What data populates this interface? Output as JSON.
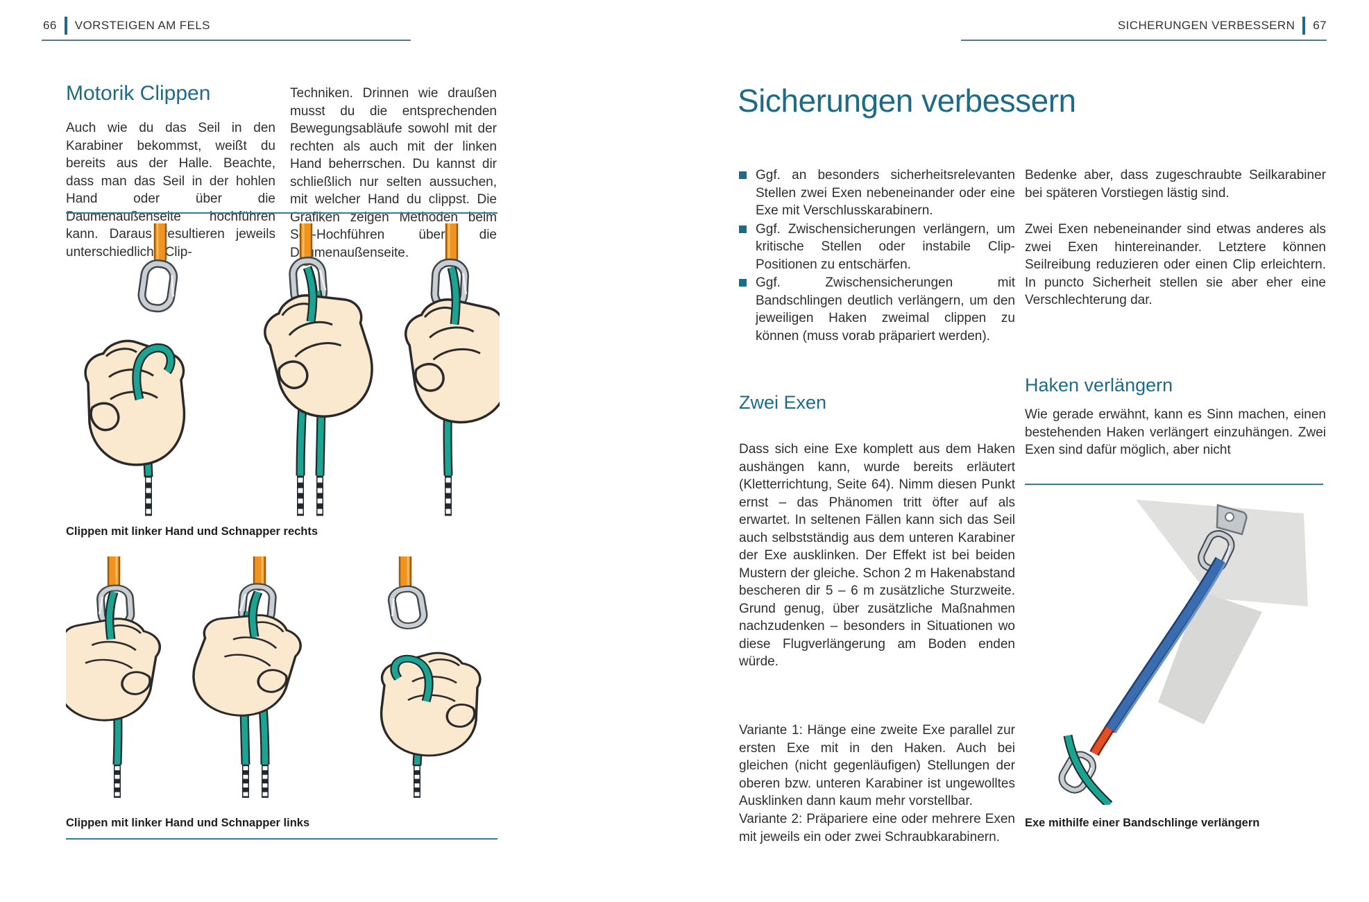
{
  "colors": {
    "accent_teal": "#1d6b89",
    "rule_teal": "#2e7d99",
    "header_rule": "#54798a",
    "rope_teal": "#1ba393",
    "sling_orange": "#f0941f",
    "sling_blue": "#3a6cb0",
    "quickdraw_red": "#e0512a",
    "hand_fill": "#fbe9cf",
    "carabiner_silver": "#c9ced2"
  },
  "left": {
    "page_no": "66",
    "header": "VORSTEIGEN AM FELS",
    "heading": "Motorik Clippen",
    "col1": "Auch wie du das Seil in den Karabiner bekommst, weißt du bereits aus der Halle. Beachte, dass man das Seil in der hohlen Hand oder über die Daumenaußenseite hochführen kann. Daraus resultieren jeweils unterschiedliche Clip-",
    "col2": "Techniken. Drinnen wie draußen musst du die entsprechenden Bewegungsabläufe sowohl mit der rechten als auch mit der linken Hand beherrschen. Du kannst dir schließlich nur selten aussuchen, mit welcher Hand du clippst. Die Grafiken zeigen Methoden beim Seil-Hochführen über die Daumenaußenseite.",
    "caption1": "Clippen mit linker Hand und Schnapper rechts",
    "caption2": "Clippen mit linker Hand und Schnapper links"
  },
  "right": {
    "header": "SICHERUNGEN VERBESSERN",
    "page_no": "67",
    "title": "Sicherungen verbessern",
    "bullets": [
      "Ggf. an besonders sicherheitsrelevanten Stellen zwei Exen nebeneinander oder eine Exe mit Verschlusskarabinern.",
      "Ggf. Zwischensicherungen verlängern, um kritische Stellen oder instabile Clip-Positionen zu entschärfen.",
      "Ggf. Zwischensicherungen mit Bandschlingen deutlich verlängern, um den jeweiligen Haken zweimal clippen zu können (muss vorab präpariert werden)."
    ],
    "col_right_para1": "Bedenke aber, dass zugeschraubte Seilkarabiner bei späteren Vorstiegen lästig sind.",
    "col_right_para2": "Zwei Exen nebeneinander sind etwas anderes als zwei Exen hintereinander. Letztere können Seilreibung reduzieren oder einen Clip erleichtern. In puncto Sicherheit stellen sie aber eher eine Verschlechterung dar.",
    "subhead1": "Zwei Exen",
    "zwei_exen_para": "Dass sich eine Exe komplett aus dem Haken aushängen kann, wurde bereits erläutert (Kletterrichtung, Seite 64). Nimm diesen Punkt ernst – das Phänomen tritt öfter auf als erwartet. In seltenen Fällen kann sich das Seil auch selbstständig aus dem unteren Karabiner der Exe ausklinken. Der Effekt ist bei beiden Mustern der gleiche. Schon 2 m Hakenabstand bescheren dir 5 – 6 m zusätzliche Sturzweite. Grund genug, über zusätzliche Maßnahmen nachzudenken – besonders in Situationen wo diese Flugverlängerung am Boden enden würde.",
    "variante1": "Variante 1: Hänge eine zweite Exe parallel zur ersten Exe mit in den Haken. Auch bei gleichen (nicht gegenläufigen) Stellungen der oberen bzw. unteren Karabiner ist ungewolltes Ausklinken dann kaum mehr vorstellbar.",
    "variante2": "Variante 2: Präpariere eine oder mehrere Exen mit jeweils ein oder zwei Schraubkarabinern.",
    "subhead2": "Haken verlängern",
    "haken_para": "Wie gerade erwähnt, kann es Sinn machen, einen bestehenden Haken verlängert einzuhängen. Zwei Exen sind dafür möglich, aber nicht",
    "caption": "Exe mithilfe einer Bandschlinge verlängern"
  }
}
